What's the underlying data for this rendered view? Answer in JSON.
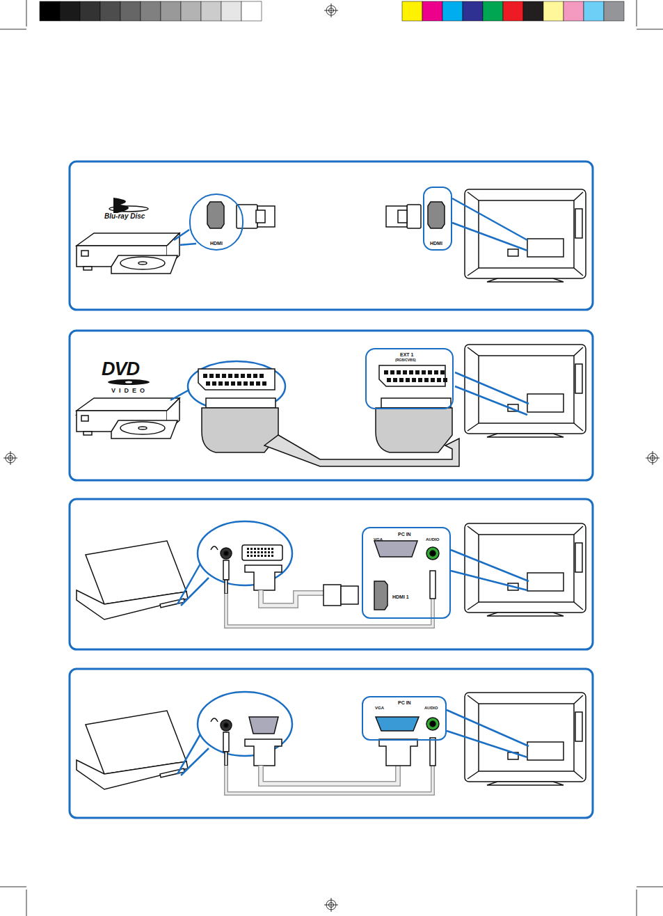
{
  "diagram": {
    "nodes": [
      {
        "text": [
          "HDMI"
        ]
      },
      {
        "text": [
          "HDMI"
        ]
      },
      {
        "text": [
          "EXT 1",
          "(RGB/CVBS)"
        ]
      },
      {
        "text": [
          "PC IN",
          "VGA",
          "AUDIO",
          "HDMI 1"
        ]
      },
      {
        "text": [
          "PC IN",
          "VGA",
          "AUDIO"
        ]
      }
    ],
    "edges": [
      {
        "from": 0,
        "to": 1,
        "arrow": "none"
      }
    ],
    "labels": [
      "Blu-ray Disc",
      "DVD",
      "VIDEO"
    ]
  }
}
